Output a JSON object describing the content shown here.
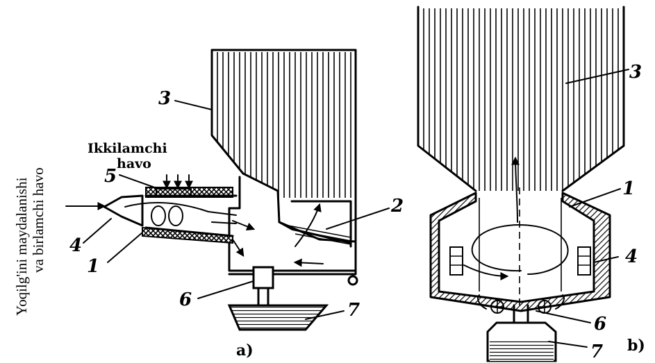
{
  "vertical_caption": {
    "line1": "Yoqilg'ini maydalanishi",
    "line2": "va birlamchi havo"
  },
  "secondary_air": {
    "line1": "Ikkilamchi",
    "line2": "havo"
  },
  "diagram_a": {
    "caption": "a)",
    "labels": {
      "l1": "1",
      "l2": "2",
      "l3": "3",
      "l4": "4",
      "l5": "5",
      "l6": "6",
      "l7": "7"
    }
  },
  "diagram_b": {
    "caption": "b)",
    "labels": {
      "l1": "1",
      "l3": "3",
      "l4": "4",
      "l6": "6",
      "l7": "7"
    }
  }
}
